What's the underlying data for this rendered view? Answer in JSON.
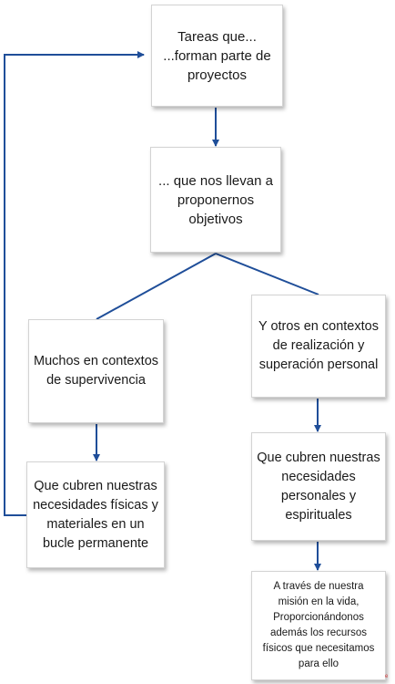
{
  "diagram": {
    "line_color": "#1f4e99",
    "box_border_color": "#d3d3d3",
    "nodes": {
      "tareas": "Tareas que...\n...forman parte de\nproyectos",
      "objetivos": "... que nos llevan a\nproponernos\nobjetivos",
      "supervivencia": "Muchos en contextos\nde supervivencia",
      "realizacion": "Y otros en contextos\nde realización y\nsuperación personal",
      "necesidades_fisicas": "Que cubren nuestras\nnecesidades físicas y\nmateriales en un\nbucle permanente",
      "necesidades_personales": "Que cubren nuestras\nnecesidades\npersonales y\nespirituales",
      "mision": "A través de nuestra\nmisión en la vida,\nProporcionándonos\nademás los recursos\nfísicos que necesitamos\npara ello"
    },
    "corner_mark": "e"
  }
}
